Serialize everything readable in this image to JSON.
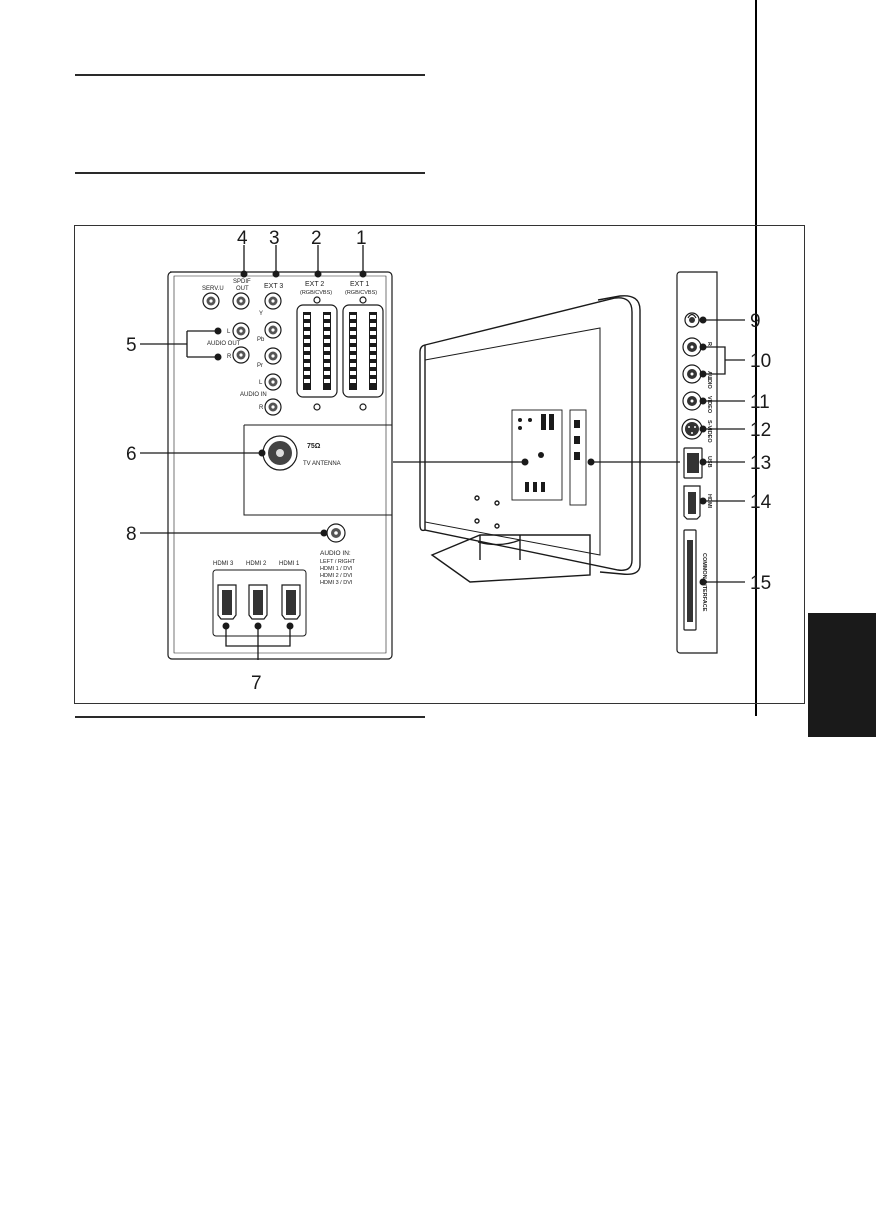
{
  "callouts": {
    "n1": "1",
    "n2": "2",
    "n3": "3",
    "n4": "4",
    "n5": "5",
    "n6": "6",
    "n7": "7",
    "n8": "8",
    "n9": "9",
    "n10": "10",
    "n11": "11",
    "n12": "12",
    "n13": "13",
    "n14": "14",
    "n15": "15"
  },
  "rear_panel": {
    "ext1": "EXT 1",
    "ext1_sub": "(RGB/CVBS)",
    "ext2": "EXT 2",
    "ext2_sub": "(RGB/CVBS)",
    "ext3": "EXT 3",
    "spdif_1": "SPDIF",
    "spdif_2": "OUT",
    "service": "SERV.U",
    "y": "Y",
    "pb": "Pb",
    "pr": "Pr",
    "audio_out": "AUDIO OUT",
    "audio_out_l": "L",
    "audio_out_r": "R",
    "audio_in": "AUDIO IN",
    "audio_in_l": "L",
    "audio_in_r": "R",
    "ohm": "75Ω",
    "antenna": "TV ANTENNA",
    "audio_in2": "AUDIO IN:",
    "audio_in2_l1": "LEFT / RIGHT",
    "audio_in2_l2": "HDMI 1 / DVI",
    "audio_in2_l3": "HDMI 2 / DVI",
    "audio_in2_l4": "HDMI 3 / DVI",
    "hdmi3": "HDMI 3",
    "hdmi2": "HDMI 2",
    "hdmi1": "HDMI 1"
  },
  "side_panel": {
    "audio": "AUDIO",
    "audio_l": "L",
    "audio_r": "R",
    "video": "VIDEO",
    "svideo": "S-VIDEO",
    "usb": "USB",
    "hdmi": "HDMI",
    "ci": "COMMON INTERFACE"
  },
  "colors": {
    "tab": "#1a1a1a",
    "line": "#1a1a1a"
  }
}
